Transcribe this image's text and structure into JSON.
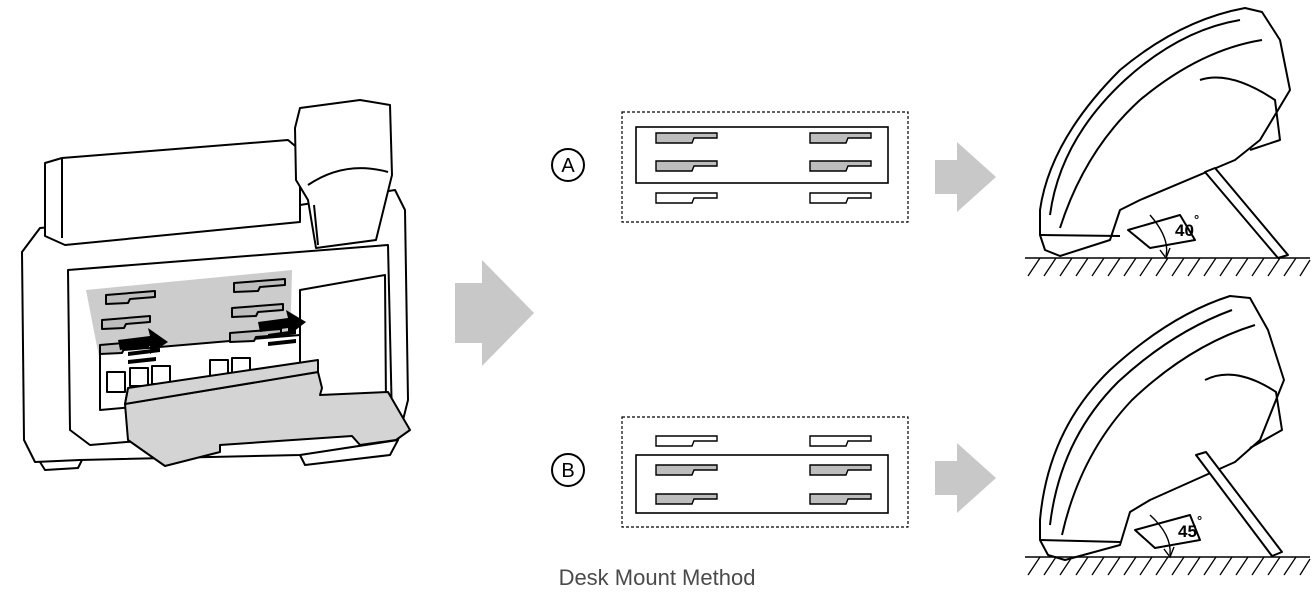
{
  "caption": "Desk Mount Method",
  "options": [
    {
      "marker": "A",
      "angle_label": "40",
      "degree_symbol": "°"
    },
    {
      "marker": "B",
      "angle_label": "45",
      "degree_symbol": "°"
    }
  ],
  "colors": {
    "line": "#000000",
    "fill_gray": "#cccccc",
    "slot_gray": "#bdbdbd",
    "arrow_gray": "#c8c8c8",
    "caption": "#4a4a4a"
  },
  "icons": {
    "phone_back": "phone-back-illustration",
    "stand_insert_arrow": "insert-arrow-icon",
    "flow_arrow": "flow-arrow-icon"
  }
}
